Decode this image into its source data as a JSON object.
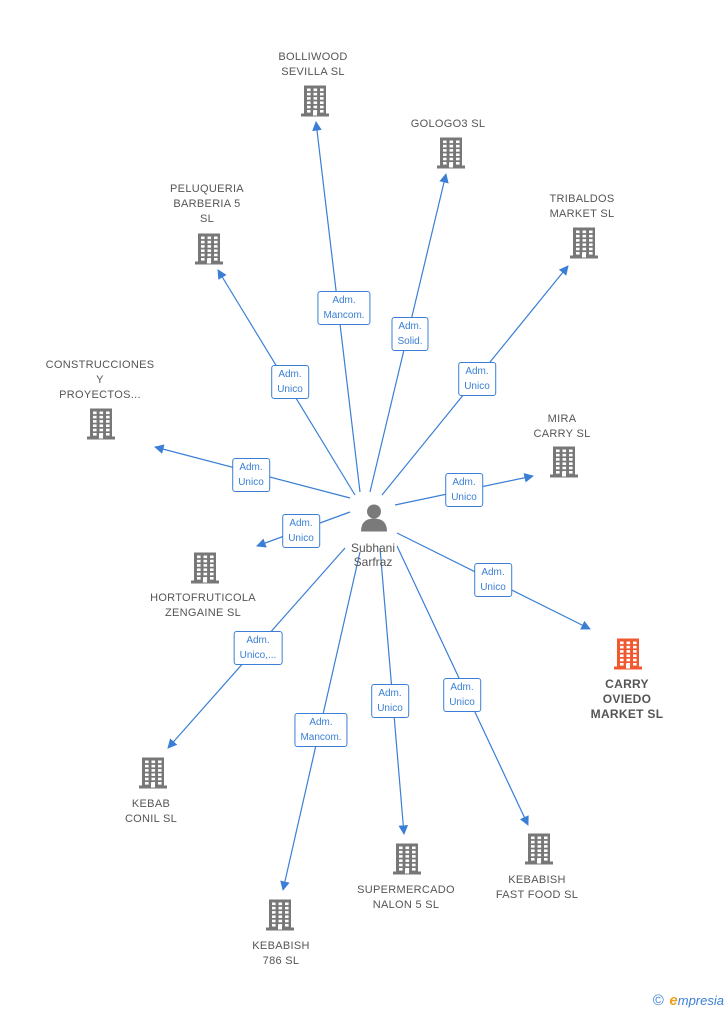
{
  "center": {
    "name": "Subhani\nSarfraz",
    "icon": "person-icon"
  },
  "colors": {
    "edge": "#3a7fd5",
    "node": "#777777",
    "highlight": "#f0582f"
  },
  "nodes": [
    {
      "id": "bolliwood",
      "label": "BOLLIWOOD\nSEVILLA  SL",
      "role": "Adm.\nMancom."
    },
    {
      "id": "gologo3",
      "label": "GOLOGO3  SL",
      "role": "Adm.\nSolid."
    },
    {
      "id": "peluqueria",
      "label": "PELUQUERIA\nBARBERIA 5\nSL",
      "role": "Adm.\nUnico"
    },
    {
      "id": "tribaldos",
      "label": "TRIBALDOS\nMARKET  SL",
      "role": "Adm.\nUnico"
    },
    {
      "id": "construcciones",
      "label": "CONSTRUCCIONES\nY\nPROYECTOS...",
      "role": "Adm.\nUnico"
    },
    {
      "id": "mira",
      "label": "MIRA\nCARRY  SL",
      "role": "Adm.\nUnico"
    },
    {
      "id": "hortofruticola",
      "label": "HORTOFRUTICOLA\nZENGAINE  SL",
      "role": "Adm.\nUnico"
    },
    {
      "id": "carry_oviedo",
      "label": "CARRY\nOVIEDO\nMARKET  SL",
      "role": "Adm.\nUnico",
      "highlight": true
    },
    {
      "id": "kebab_conil",
      "label": "KEBAB\nCONIL SL",
      "role": "Adm.\nUnico,..."
    },
    {
      "id": "supermercado",
      "label": "SUPERMERCADO\nNALON 5  SL",
      "role": "Adm.\nUnico"
    },
    {
      "id": "kebabish_ff",
      "label": "KEBABISH\nFAST FOOD SL",
      "role": "Adm.\nUnico"
    },
    {
      "id": "kebabish_786",
      "label": "KEBABISH\n786 SL",
      "role": "Adm.\nMancom."
    }
  ],
  "footer": {
    "copyright": "©",
    "brand_e": "e",
    "brand_rest": "mpresia"
  }
}
